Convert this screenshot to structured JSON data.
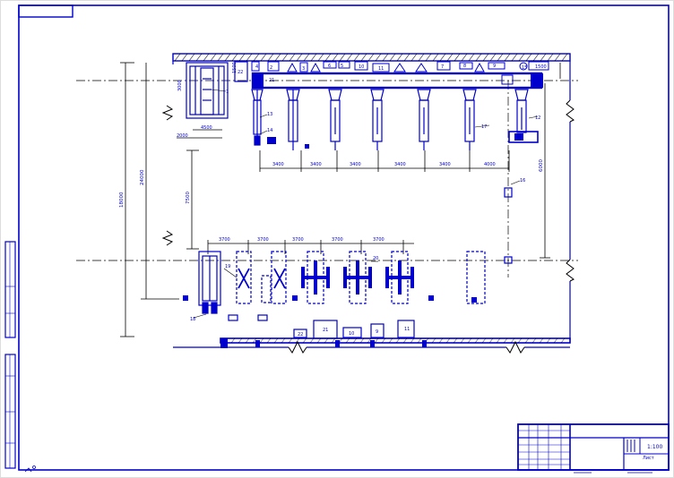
{
  "drawing": {
    "colors": {
      "line": "#0000cc",
      "dash": "#000000",
      "paper": "#ffffff"
    },
    "dimensions": {
      "span_total": "18000",
      "span_left": "24000",
      "wall_gap": "7500",
      "right_height": "6000",
      "cell_pitch": "3400",
      "cell_pitch_last": "4000",
      "lane_pitch": "3700",
      "top_offset_a": "3000",
      "top_offset_b": "1500",
      "col_width": "4500",
      "bay_width": "2000",
      "right_top": "1500"
    },
    "pitch_labels_top": [
      "3400",
      "3400",
      "3400",
      "3400",
      "3400",
      "4000"
    ],
    "pitch_labels_bottom": [
      "3700",
      "3700",
      "3700",
      "3700",
      "3700"
    ],
    "callouts": [
      "1",
      "2",
      "3",
      "4",
      "5",
      "6",
      "7",
      "8",
      "9",
      "10",
      "11",
      "12",
      "13",
      "14",
      "15",
      "16",
      "17",
      "18",
      "19",
      "20",
      "21",
      "22"
    ],
    "bottom_boxes": [
      "22",
      "21",
      "10",
      "9",
      "11"
    ],
    "title_block": {
      "sheet": "1:100",
      "label": "Лист"
    }
  }
}
